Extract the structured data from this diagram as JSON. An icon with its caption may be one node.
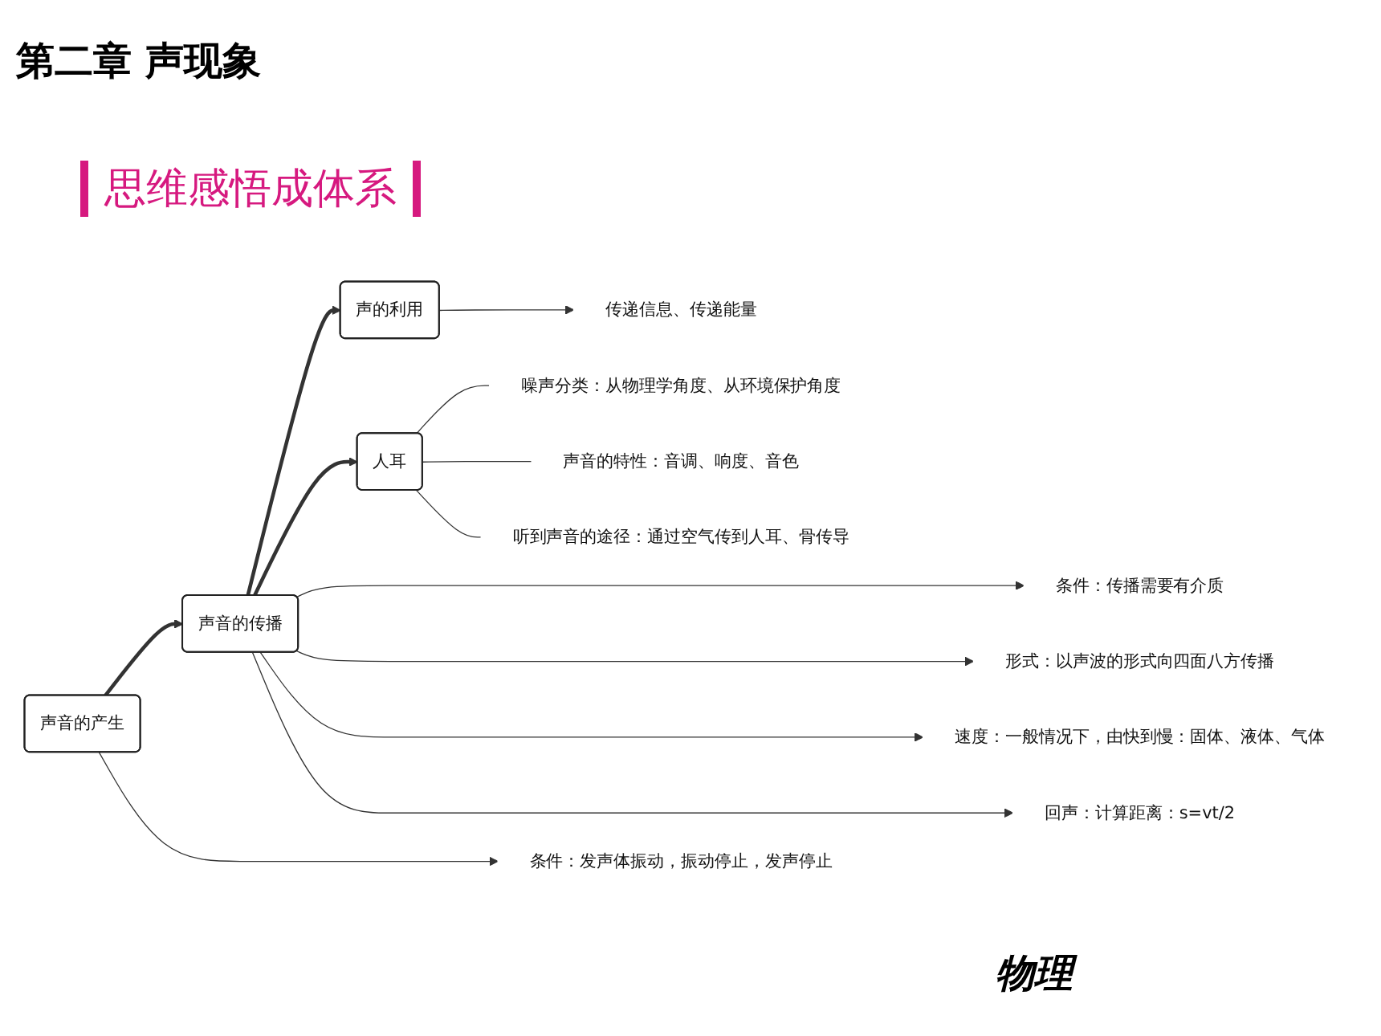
{
  "diagram": {
    "title": "第二章  声现象",
    "nodes": [
      {
        "text": [
          "传递信息、传递能量"
        ]
      },
      {
        "text": [
          "声的利用"
        ]
      },
      {
        "text": [
          "人耳"
        ]
      },
      {
        "text": [
          "噪声分类：从物理学角度、从环境保护角度"
        ]
      },
      {
        "text": [
          "声音的特性：音调、响度、音色"
        ]
      },
      {
        "text": [
          "听到声音的途径：通过空气传到人耳、骨传导"
        ]
      },
      {
        "text": [
          "条件：传播需要有介质"
        ]
      },
      {
        "text": [
          "声音的传播"
        ]
      },
      {
        "text": [
          "形式：以声波的形式向四面八方传播"
        ]
      },
      {
        "text": [
          "速度：一般情况下，由快到慢：固体、液体、气体"
        ]
      },
      {
        "text": [
          "回声：计算距离：s=vt/2"
        ]
      },
      {
        "text": [
          "声音的产生"
        ]
      },
      {
        "text": [
          "条件：发声体振动，振动停止，发声停止"
        ]
      }
    ],
    "edges": [
      {
        "from": 1,
        "to": 0,
        "arrow": "to"
      },
      {
        "from": 2,
        "to": 3,
        "arrow": "none"
      },
      {
        "from": 2,
        "to": 4,
        "arrow": "none"
      },
      {
        "from": 2,
        "to": 5,
        "arrow": "none"
      },
      {
        "from": 7,
        "to": 1,
        "arrow": "to",
        "style": "thick"
      },
      {
        "from": 7,
        "to": 2,
        "arrow": "to",
        "style": "thick"
      },
      {
        "from": 7,
        "to": 6,
        "arrow": "to"
      },
      {
        "from": 7,
        "to": 8,
        "arrow": "to"
      },
      {
        "from": 7,
        "to": 9,
        "arrow": "to"
      },
      {
        "from": 7,
        "to": 10,
        "arrow": "to"
      },
      {
        "from": 11,
        "to": 7,
        "arrow": "to",
        "style": "thick"
      },
      {
        "from": 11,
        "to": 12,
        "arrow": "to"
      }
    ],
    "labels": [
      "思维感悟成体系",
      "物理"
    ]
  }
}
